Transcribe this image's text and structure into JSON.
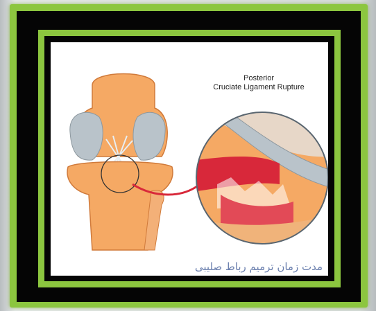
{
  "illustration": {
    "title_line1": "Posterior",
    "title_line2": "Cruciate Ligament Rupture",
    "caption": "مدت زمان ترمیم رباط صلیبی"
  },
  "colors": {
    "frame_green": "#8cc63f",
    "frame_black": "#050505",
    "bone_orange": "#f5a964",
    "cartilage_gray": "#b9c3ca",
    "ligament_red": "#d8283a",
    "caption_blue": "#6a7fae"
  }
}
